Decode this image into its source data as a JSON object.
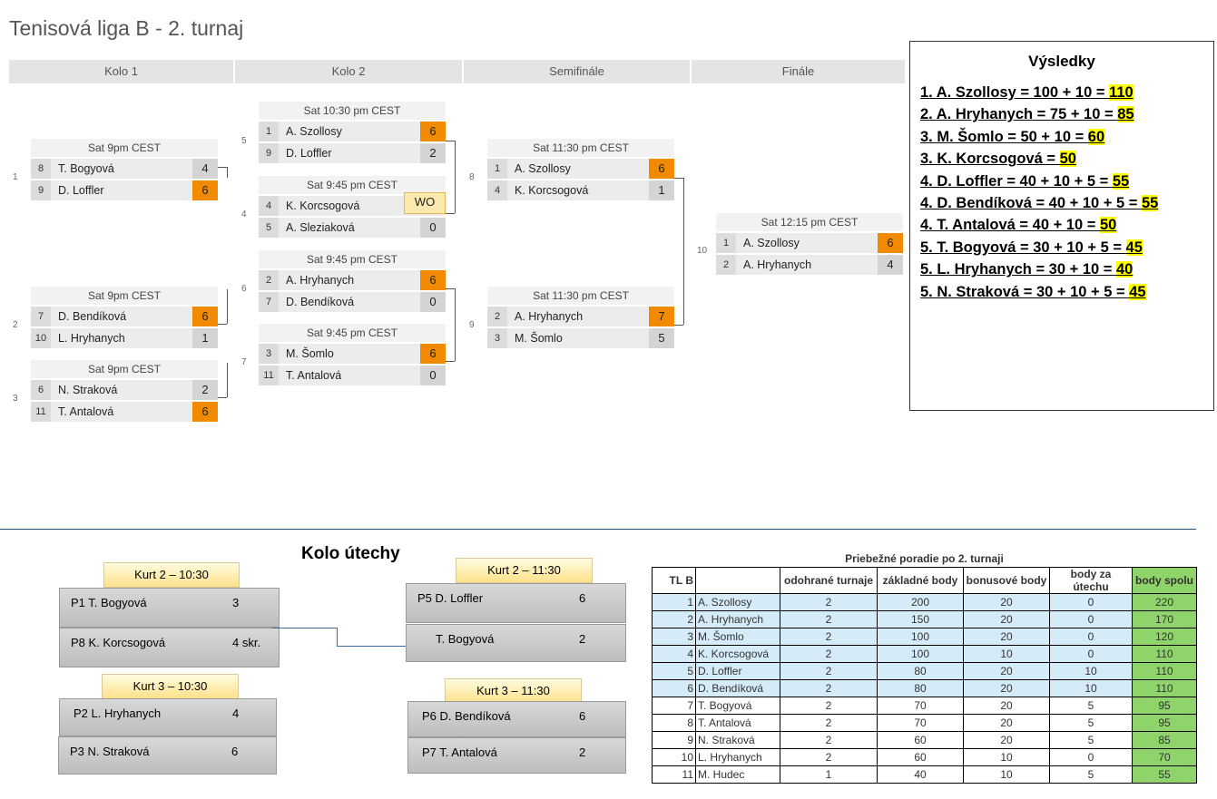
{
  "title": "Tenisová liga B - 2. turnaj",
  "rounds": [
    "Kolo 1",
    "Kolo 2",
    "Semifinále",
    "Finále"
  ],
  "matches": {
    "m1": {
      "num": "1",
      "time": "Sat 9pm CEST",
      "p1": {
        "seed": "8",
        "name": "T. Bogyová",
        "score": "4"
      },
      "p2": {
        "seed": "9",
        "name": "D. Loffler",
        "score": "6"
      }
    },
    "m2": {
      "num": "2",
      "time": "Sat 9pm CEST",
      "p1": {
        "seed": "7",
        "name": "D. Bendíková",
        "score": "6"
      },
      "p2": {
        "seed": "10",
        "name": "L. Hryhanych",
        "score": "1"
      }
    },
    "m3": {
      "num": "3",
      "time": "Sat 9pm CEST",
      "p1": {
        "seed": "6",
        "name": "N. Straková",
        "score": "2"
      },
      "p2": {
        "seed": "11",
        "name": "T. Antalová",
        "score": "6"
      }
    },
    "m5": {
      "num": "5",
      "time": "Sat 10:30 pm CEST",
      "p1": {
        "seed": "1",
        "name": "A. Szollosy",
        "score": "6"
      },
      "p2": {
        "seed": "9",
        "name": "D. Loffler",
        "score": "2"
      }
    },
    "m4": {
      "num": "4",
      "time": "Sat 9:45 pm CEST",
      "p1": {
        "seed": "4",
        "name": "K. Korcsogová",
        "score": "WO"
      },
      "p2": {
        "seed": "5",
        "name": "A. Sleziaková",
        "score": "0"
      }
    },
    "m6": {
      "num": "6",
      "time": "Sat 9:45 pm CEST",
      "p1": {
        "seed": "2",
        "name": "A. Hryhanych",
        "score": "6"
      },
      "p2": {
        "seed": "7",
        "name": "D. Bendíková",
        "score": "0"
      }
    },
    "m7": {
      "num": "7",
      "time": "Sat 9:45 pm CEST",
      "p1": {
        "seed": "3",
        "name": "M. Šomlo",
        "score": "6"
      },
      "p2": {
        "seed": "11",
        "name": "T. Antalová",
        "score": "0"
      }
    },
    "m8": {
      "num": "8",
      "time": "Sat 11:30 pm CEST",
      "p1": {
        "seed": "1",
        "name": "A. Szollosy",
        "score": "6"
      },
      "p2": {
        "seed": "4",
        "name": "K. Korcsogová",
        "score": "1"
      }
    },
    "m9": {
      "num": "9",
      "time": "Sat 11:30 pm CEST",
      "p1": {
        "seed": "2",
        "name": "A. Hryhanych",
        "score": "7"
      },
      "p2": {
        "seed": "3",
        "name": "M. Šomlo",
        "score": "5"
      }
    },
    "m10": {
      "num": "10",
      "time": "Sat 12:15 pm CEST",
      "p1": {
        "seed": "1",
        "name": "A. Szollosy",
        "score": "6"
      },
      "p2": {
        "seed": "2",
        "name": "A. Hryhanych",
        "score": "4"
      }
    }
  },
  "results": {
    "title": "Výsledky",
    "lines": [
      {
        "text": "1. A. Szollosy = 100 + 10 = ",
        "total": "110"
      },
      {
        "text": "2. A. Hryhanych = 75 + 10 = ",
        "total": "85"
      },
      {
        "text": "3. M. Šomlo = 50 + 10 = ",
        "total": "60"
      },
      {
        "text": "3. K. Korcsogová = ",
        "total": "50"
      },
      {
        "text": "4. D. Loffler = 40 + 10 + 5 = ",
        "total": "55"
      },
      {
        "text": "4. D. Bendíková = 40 + 10 + 5 = ",
        "total": "55"
      },
      {
        "text": "4. T. Antalová = 40 + 10 = ",
        "total": "50"
      },
      {
        "text": "5. T. Bogyová = 30 + 10 + 5 = ",
        "total": "45"
      },
      {
        "text": "5. L. Hryhanych = 30 + 10 = ",
        "total": "40"
      },
      {
        "text": "5. N. Straková = 30 + 10 + 5 = ",
        "total": "45"
      }
    ]
  },
  "consolation": {
    "title": "Kolo útechy",
    "courts": {
      "a": "Kurt 2 – 10:30",
      "b": "Kurt 3 – 10:30",
      "c": "Kurt 2 – 11:30",
      "d": "Kurt 3 – 11:30"
    },
    "boxes": {
      "b1": {
        "label": "P1   T. Bogyová",
        "score": "3"
      },
      "b2": {
        "label": "P8  K. Korcsogová",
        "score": "4 skr."
      },
      "b3": {
        "label": "P2  L. Hryhanych",
        "score": "4"
      },
      "b4": {
        "label": "P3  N. Straková",
        "score": "6"
      },
      "b5": {
        "label": "P5   D. Loffler",
        "score": "6"
      },
      "b6": {
        "label": "T. Bogyová",
        "score": "2"
      },
      "b7": {
        "label": "P6   D. Bendíková",
        "score": "6"
      },
      "b8": {
        "label": "P7   T. Antalová",
        "score": "2"
      }
    }
  },
  "standings": {
    "caption": "Priebežné poradie po 2. turnaji",
    "headers": [
      "TL B",
      "",
      "odohrané turnaje",
      "základné body",
      "bonusové body",
      "body za útechu",
      "body spolu"
    ],
    "rows": [
      [
        "1",
        "A. Szollosy",
        "2",
        "200",
        "20",
        "0",
        "220"
      ],
      [
        "2",
        "A. Hryhanych",
        "2",
        "150",
        "20",
        "0",
        "170"
      ],
      [
        "3",
        "M. Šomlo",
        "2",
        "100",
        "20",
        "0",
        "120"
      ],
      [
        "4",
        "K. Korcsogová",
        "2",
        "100",
        "10",
        "0",
        "110"
      ],
      [
        "5",
        "D. Loffler",
        "2",
        "80",
        "20",
        "10",
        "110"
      ],
      [
        "6",
        "D. Bendíková",
        "2",
        "80",
        "20",
        "10",
        "110"
      ],
      [
        "7",
        "T. Bogyová",
        "2",
        "70",
        "20",
        "5",
        "95"
      ],
      [
        "8",
        "T. Antalová",
        "2",
        "70",
        "20",
        "5",
        "95"
      ],
      [
        "9",
        "N. Straková",
        "2",
        "60",
        "20",
        "5",
        "85"
      ],
      [
        "10",
        "L. Hryhanych",
        "2",
        "60",
        "10",
        "0",
        "70"
      ],
      [
        "11",
        "M. Hudec",
        "1",
        "40",
        "10",
        "5",
        "55"
      ]
    ]
  },
  "colors": {
    "winner": "#f28a00",
    "highlight": "#ffff00",
    "seeded": "#d5ebf7",
    "total": "#8fd46a"
  }
}
